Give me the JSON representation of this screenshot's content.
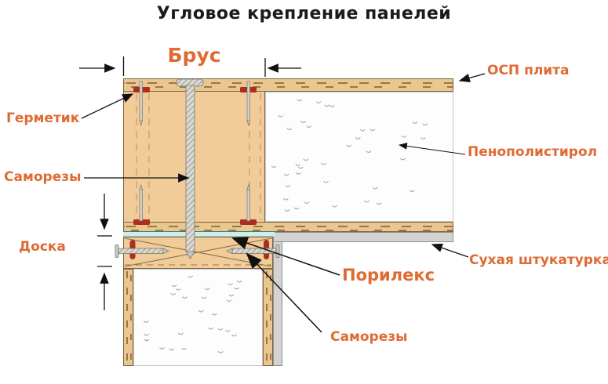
{
  "title": "Угловое крепление панелей",
  "labels": {
    "beam": "Брус",
    "osb_plate": "ОСП плита",
    "sealant": "Герметик",
    "polystyrene": "Пенополистирол",
    "screws_upper": "Саморезы",
    "board": "Доска",
    "dry_plaster": "Сухая штукатурка",
    "porilex": "Порилекс",
    "screws_lower": "Саморезы"
  },
  "colors": {
    "accent": "#DD6B33",
    "title": "#1B1B1B",
    "wood": "#F1CC99",
    "osb": "#E9C78F",
    "osb_dash": "#9A764A",
    "outline": "#7D6345",
    "foam_bg": "#FDFDFD",
    "foam_mark": "#A9A9A9",
    "drywall": "#D3D3D3",
    "drywall_border": "#8F8F8F",
    "porilex_tape": "#CFEEEA",
    "sealant": "#AC2F1E",
    "screw_fill": "#D9D9D1",
    "screw_hatch": "#80807A",
    "arrow": "#111111"
  }
}
